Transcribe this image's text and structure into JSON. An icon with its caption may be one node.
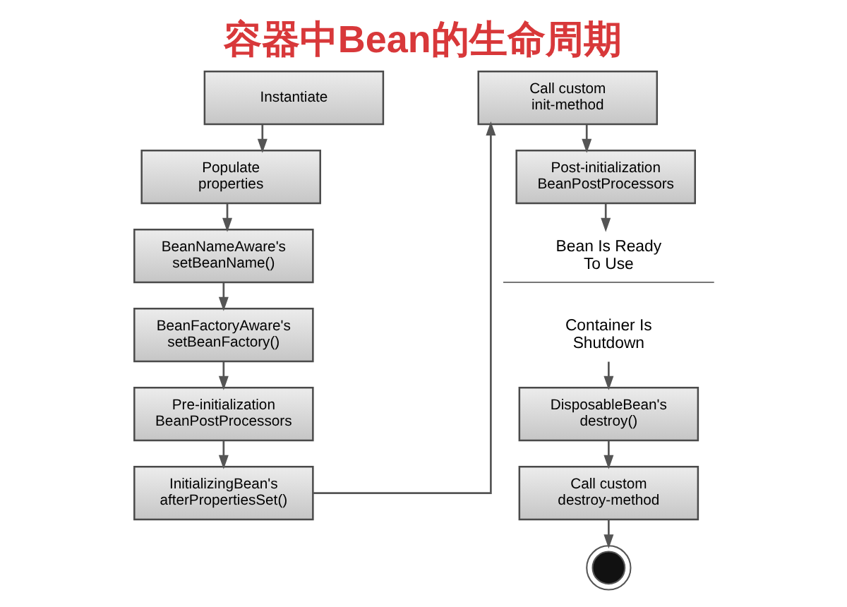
{
  "diagram": {
    "title": "容器中Bean的生命周期",
    "nodes": [
      {
        "text": [
          "Instantiate"
        ]
      },
      {
        "text": [
          "Populate properties"
        ]
      },
      {
        "text": [
          "BeanNameAware's setBeanName()"
        ]
      },
      {
        "text": [
          "BeanFactoryAware's setBeanFactory()"
        ]
      },
      {
        "text": [
          "Pre-initialization BeanPostProcessors"
        ]
      },
      {
        "text": [
          "InitializingBean's afterPropertiesSet()"
        ]
      },
      {
        "text": [
          "Call custom init-method"
        ]
      },
      {
        "text": [
          "Post-initialization BeanPostProcessors"
        ]
      },
      {
        "text": [
          "Bean Is Ready To Use"
        ]
      },
      {
        "text": [
          "Container Is Shutdown"
        ]
      },
      {
        "text": [
          "DisposableBean's destroy()"
        ]
      },
      {
        "text": [
          "Call custom destroy-method"
        ]
      },
      {
        "text": [],
        "shape": "circle"
      }
    ],
    "edges": [
      {
        "from": 0,
        "to": 1,
        "arrow": "to"
      },
      {
        "from": 1,
        "to": 2,
        "arrow": "to"
      },
      {
        "from": 2,
        "to": 3,
        "arrow": "to"
      },
      {
        "from": 3,
        "to": 4,
        "arrow": "to"
      },
      {
        "from": 4,
        "to": 5,
        "arrow": "to"
      },
      {
        "from": 5,
        "to": 6,
        "arrow": "to"
      },
      {
        "from": 6,
        "to": 7,
        "arrow": "to"
      },
      {
        "from": 7,
        "to": 8,
        "arrow": "to"
      },
      {
        "from": 9,
        "to": 10,
        "arrow": "to"
      },
      {
        "from": 10,
        "to": 11,
        "arrow": "to"
      },
      {
        "from": 11,
        "to": 12,
        "arrow": "to"
      }
    ]
  }
}
